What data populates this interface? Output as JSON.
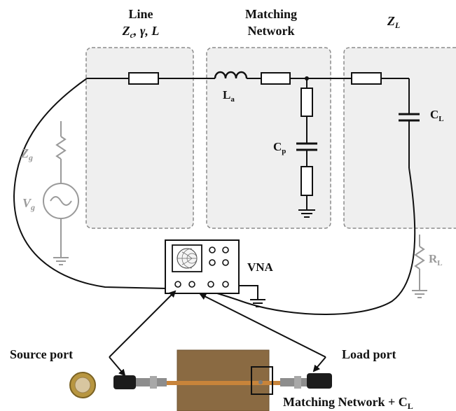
{
  "blocks": {
    "line": {
      "title": "Line",
      "params_prefix": "Z",
      "params_prefix_sub": "c",
      "params_rest": ", γ, L"
    },
    "matching": {
      "title_line1": "Matching",
      "title_line2": "Network"
    },
    "load": {
      "symbol": "Z",
      "symbol_sub": "L"
    }
  },
  "components": {
    "La": {
      "main": "L",
      "sub": "a"
    },
    "Cp": {
      "main": "C",
      "sub": "p"
    },
    "CL": {
      "main": "C",
      "sub": "L"
    },
    "RL": {
      "main": "R",
      "sub": "L"
    },
    "Zg": {
      "main": "Z",
      "sub": "g"
    },
    "Vg": {
      "main": "V",
      "sub": "g"
    }
  },
  "instrument": {
    "label": "VNA"
  },
  "photo_labels": {
    "source_port": "Source port",
    "load_port": "Load port",
    "caption_main": "Matching Network + C",
    "caption_sub": "L"
  },
  "colors": {
    "wire": "#111111",
    "gray_wire": "#9a9a9a",
    "block_fill": "#efefef",
    "block_border": "#8c8c8c",
    "pcb": "#8a6a42",
    "trace": "#c8843a"
  }
}
